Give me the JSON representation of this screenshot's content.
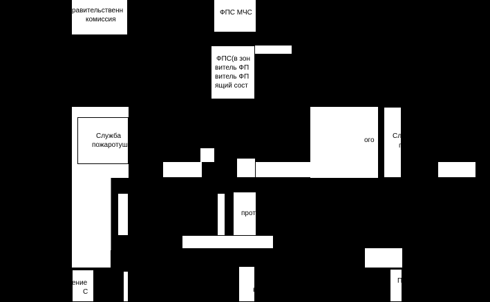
{
  "diagram": {
    "nodes": {
      "gov_commission_line1": "равительственн",
      "gov_commission_line2": "комиссия",
      "fps_mchs": "ФПС МЧС",
      "fps_zone_line1": "ФПС(в зон",
      "fps_zone_line2": "витель ФП",
      "fps_zone_line3": "витель ФП",
      "fps_zone_line4": "ящий сост",
      "fire_service_line1": "Служба",
      "fire_service_line2": "пожаротуше",
      "right_service_line1": "Сл",
      "right_service_line2": "п",
      "right_mid_text": "ого",
      "center_lower": "прот",
      "bottom_left_line1": "ение",
      "bottom_left_line2": "С",
      "bottom_center": "в",
      "bottom_right": "П"
    }
  }
}
